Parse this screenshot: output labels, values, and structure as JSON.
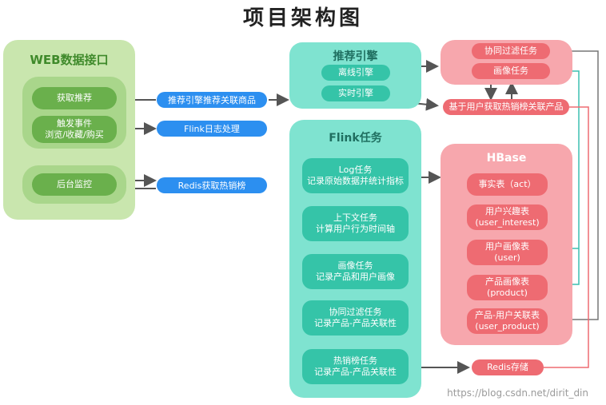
{
  "title": "项目架构图",
  "web": {
    "title": "WEB数据接口",
    "recommend": "获取推荐",
    "trigger_line1": "触发事件",
    "trigger_line2": "浏览/收藏/购买",
    "monitor": "后台监控"
  },
  "middle": {
    "recommend_related": "推荐引擎推荐关联商品",
    "flink_log": "Flink日志处理",
    "redis_hot": "Redis获取热销榜"
  },
  "engine": {
    "title": "推荐引擎",
    "offline": "离线引擎",
    "realtime": "实时引擎"
  },
  "flink": {
    "title": "Flink任务",
    "tasks": [
      {
        "line1": "Log任务",
        "line2": "记录原始数据并统计指标"
      },
      {
        "line1": "上下文任务",
        "line2": "计算用户行为时间轴"
      },
      {
        "line1": "画像任务",
        "line2": "记录产品和用户画像"
      },
      {
        "line1": "协同过滤任务",
        "line2": "记录产品-产品关联性"
      },
      {
        "line1": "热销榜任务",
        "line2": "记录产品-产品关联性"
      }
    ]
  },
  "right": {
    "cf_task": "协同过滤任务",
    "profile_task": "画像任务",
    "hot_related": "基于用户获取热销榜关联产品",
    "redis_store": "Redis存储"
  },
  "hbase": {
    "title": "HBase",
    "tables": [
      {
        "line1": "事实表（act）",
        "line2": ""
      },
      {
        "line1": "用户兴趣表",
        "line2": "(user_interest)"
      },
      {
        "line1": "用户画像表",
        "line2": "(user)"
      },
      {
        "line1": "产品画像表",
        "line2": "(product)"
      },
      {
        "line1": "产品-用户关联表",
        "line2": "(user_product)"
      }
    ]
  },
  "watermark": "https://blog.csdn.net/dirit_din",
  "colors": {
    "green": "#6ab04c",
    "teal": "#35c4a8",
    "pink": "#ee6b72",
    "blue": "#2c8ff0"
  }
}
